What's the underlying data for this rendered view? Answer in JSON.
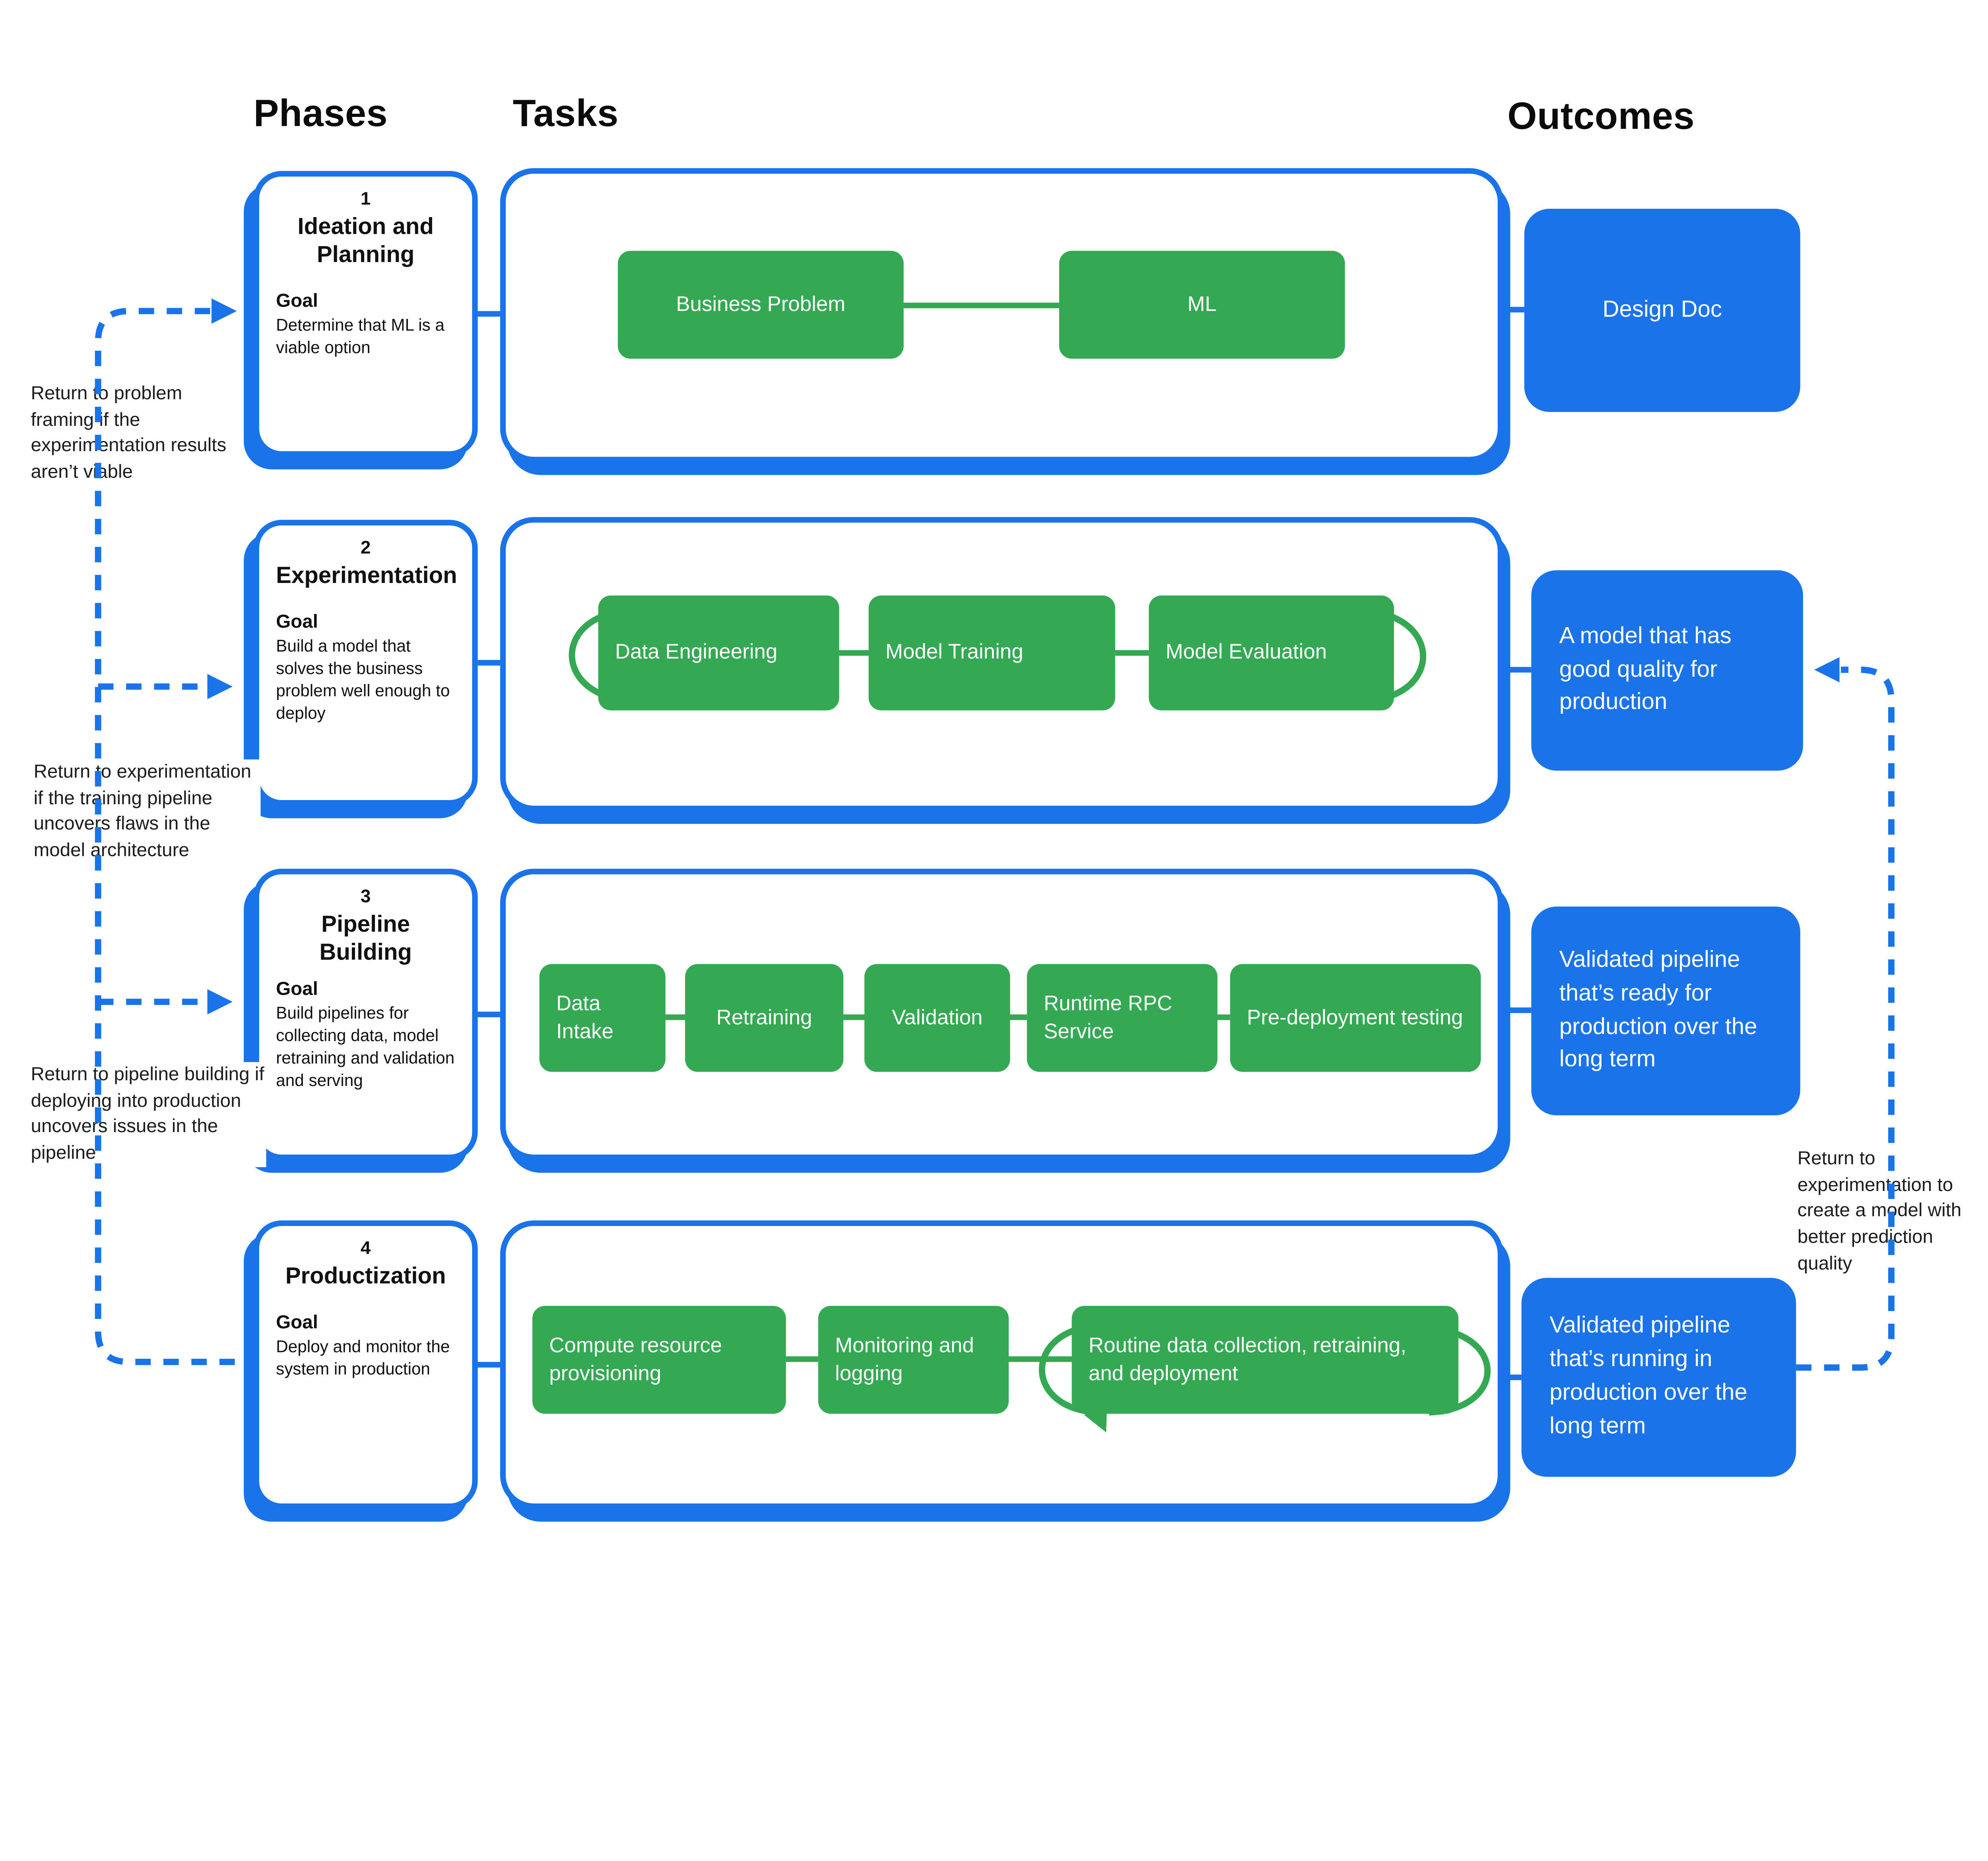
{
  "header": {
    "phases": "Phases",
    "tasks": "Tasks",
    "outcomes": "Outcomes"
  },
  "colors": {
    "blue": "#1A73E8",
    "green": "#34A853"
  },
  "phases": [
    {
      "number": "1",
      "title": "Ideation and Planning",
      "goal_label": "Goal",
      "goal": "Determine that ML is a viable option",
      "outcome": "Design Doc",
      "tasks": [
        {
          "label": "Business Problem"
        },
        {
          "label": "ML"
        }
      ]
    },
    {
      "number": "2",
      "title": "Experimentation",
      "goal_label": "Goal",
      "goal": "Build a model that solves the business problem well enough to deploy",
      "outcome": "A model that has good quality for production",
      "tasks": [
        {
          "label": "Data Engineering"
        },
        {
          "label": "Model Training"
        },
        {
          "label": "Model Evaluation"
        }
      ]
    },
    {
      "number": "3",
      "title": "Pipeline Building",
      "goal_label": "Goal",
      "goal": "Build pipelines for collecting data, model retraining and validation and serving",
      "outcome": "Validated pipeline that’s ready for production over the long term",
      "tasks": [
        {
          "label": "Data Intake"
        },
        {
          "label": "Retraining"
        },
        {
          "label": "Validation"
        },
        {
          "label": "Runtime RPC Service"
        },
        {
          "label": "Pre-deployment testing"
        }
      ]
    },
    {
      "number": "4",
      "title": "Productization",
      "goal_label": "Goal",
      "goal": "Deploy and monitor the system in production",
      "outcome": "Validated pipeline that’s running in production over the long term",
      "tasks": [
        {
          "label": "Compute resource provisioning"
        },
        {
          "label": "Monitoring and logging"
        },
        {
          "label": "Routine data collection, retraining, and deployment"
        }
      ]
    }
  ],
  "annotations": {
    "left": [
      {
        "text": "Return to problem framing if the experimentation results aren’t viable"
      },
      {
        "text": "Return to experimentation if the training pipeline uncovers flaws in the model architecture"
      },
      {
        "text": "Return to pipeline building if deploying into production uncovers issues in the pipeline"
      }
    ],
    "right": {
      "text": "Return to experimentation to create a model with better prediction quality"
    }
  }
}
